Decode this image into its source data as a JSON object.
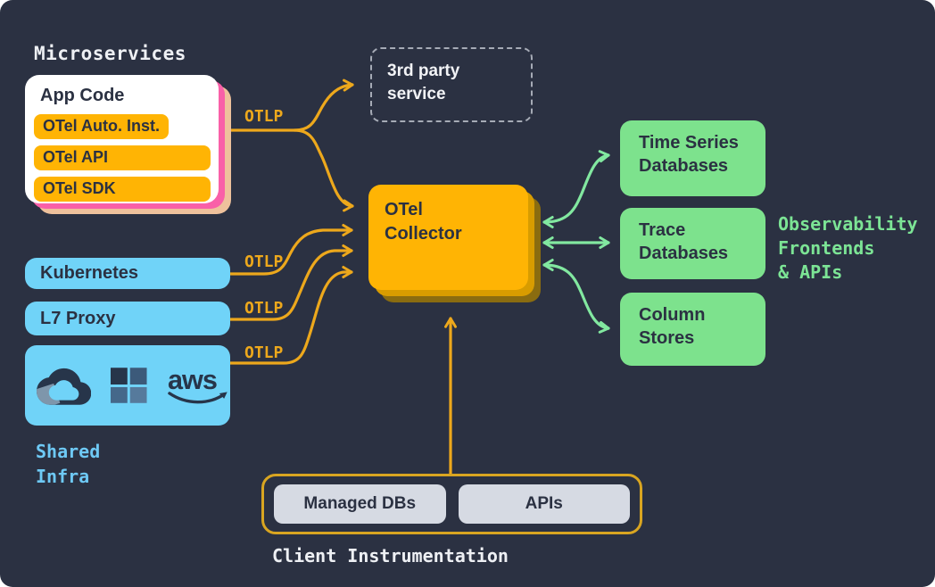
{
  "colors": {
    "background": "#2b3142",
    "orange_fill": "#ffb404",
    "orange_line": "#eda81c",
    "orange_shadow_1": "#d89c00",
    "orange_shadow_2": "#8a6c10",
    "green_fill": "#7de28d",
    "green_line": "#82e8a0",
    "green_text": "#7ce495",
    "blue_fill": "#70d3f8",
    "blue_text": "#6ec9f5",
    "pink_shadow": "#f960a8",
    "peach_shadow": "#eec19c",
    "gray_pill": "#d6dae3",
    "dashed_border": "#a6abb6",
    "dark_text": "#2b3142",
    "white_text": "#eef0f4"
  },
  "microservices": {
    "heading": "Microservices",
    "app_card": {
      "title": "App Code",
      "pills": [
        "OTel Auto. Inst.",
        "OTel API",
        "OTel SDK"
      ]
    }
  },
  "third_party_service": {
    "lines": [
      "3rd party",
      "service"
    ]
  },
  "otel_collector": {
    "lines": [
      "OTel",
      "Collector"
    ]
  },
  "otlp_labels": {
    "microservices": "OTLP",
    "kubernetes": "OTLP",
    "l7_proxy": "OTLP",
    "shared_infra": "OTLP"
  },
  "infrastructure": {
    "kubernetes": "Kubernetes",
    "l7_proxy": "L7 Proxy",
    "cloud_icons": [
      "google-cloud-icon",
      "microsoft-icon",
      "aws-icon"
    ],
    "aws_wordmark": "aws",
    "caption_lines": [
      "Shared",
      "Infra"
    ]
  },
  "databases": {
    "time_series": {
      "lines": [
        "Time Series",
        "Databases"
      ]
    },
    "trace": {
      "lines": [
        "Trace",
        "Databases"
      ]
    },
    "column": {
      "lines": [
        "Column",
        "Stores"
      ]
    }
  },
  "observability": {
    "lines": [
      "Observability",
      "Frontends",
      "& APIs"
    ]
  },
  "client_instrumentation": {
    "pills": [
      "Managed DBs",
      "APIs"
    ],
    "caption": "Client Instrumentation"
  }
}
